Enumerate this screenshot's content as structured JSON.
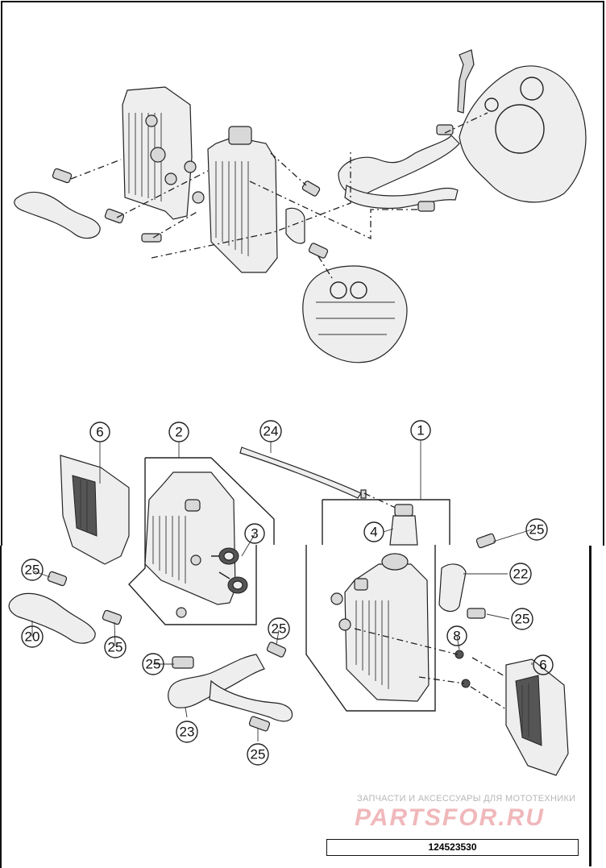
{
  "callouts": [
    {
      "id": "c6a",
      "label": "6"
    },
    {
      "id": "c2",
      "label": "2"
    },
    {
      "id": "c24",
      "label": "24"
    },
    {
      "id": "c1",
      "label": "1"
    },
    {
      "id": "c3",
      "label": "3"
    },
    {
      "id": "c4",
      "label": "4"
    },
    {
      "id": "c25a",
      "label": "25"
    },
    {
      "id": "c25b",
      "label": "25"
    },
    {
      "id": "c25c",
      "label": "25"
    },
    {
      "id": "c25d",
      "label": "25"
    },
    {
      "id": "c25e",
      "label": "25"
    },
    {
      "id": "c25f",
      "label": "25"
    },
    {
      "id": "c25g",
      "label": "25"
    },
    {
      "id": "c20",
      "label": "20"
    },
    {
      "id": "c22",
      "label": "22"
    },
    {
      "id": "c8",
      "label": "8"
    },
    {
      "id": "c6b",
      "label": "6"
    },
    {
      "id": "c23",
      "label": "23"
    }
  ],
  "watermark": {
    "tagline": "ЗАПЧАСТИ И АКСЕССУАРЫ ДЛЯ МОТОТЕХНИКИ",
    "logo": "PARTSFOR.RU"
  },
  "drawing_number": "124523530"
}
